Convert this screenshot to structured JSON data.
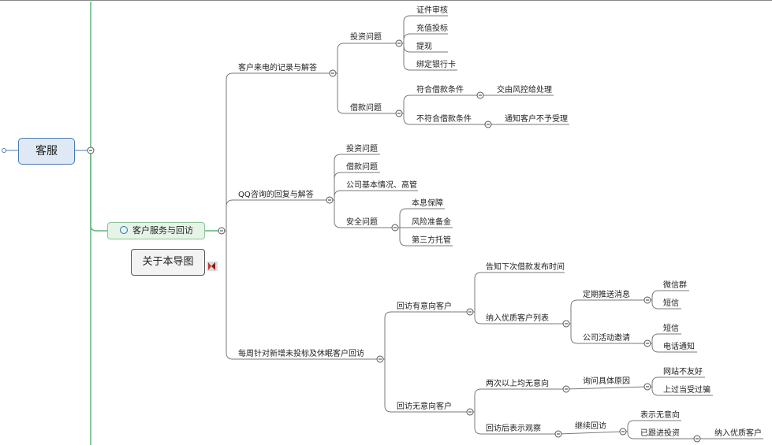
{
  "root": "客服",
  "main_topic": "客户服务与回访",
  "about": "关于本导图",
  "nodes": {
    "n1": "客户来电的记录与解答",
    "n1a": "投资问题",
    "n1a1": "证件审核",
    "n1a2": "充值投标",
    "n1a3": "提现",
    "n1a4": "绑定银行卡",
    "n1b": "借款问题",
    "n1b1": "符合借款条件",
    "n1b1a": "交由风控给处理",
    "n1b2": "不符合借款条件",
    "n1b2a": "通知客户不予受理",
    "n2": "QQ咨询的回复与解答",
    "n2a": "投资问题",
    "n2b": "借款问题",
    "n2c": "公司基本情况、高管",
    "n2d": "安全问题",
    "n2d1": "本息保障",
    "n2d2": "风险准备金",
    "n2d3": "第三方托管",
    "n3": "每周针对新增未投标及休眠客户回访",
    "n3a": "回访有意向客户",
    "n3a1": "告知下次借款发布时间",
    "n3a2": "纳入优质客户列表",
    "n3a2a": "定期推送消息",
    "n3a2a1": "微信群",
    "n3a2a2": "短信",
    "n3a2b": "公司活动邀请",
    "n3a2b1": "短信",
    "n3a2b2": "电话通知",
    "n3b": "回访无意向客户",
    "n3b1": "两次以上均无意向",
    "n3b1a": "询问具体原因",
    "n3b1a1": "网站不友好",
    "n3b1a2": "上过当受过骗",
    "n3b2": "回访后表示观察",
    "n3b2a": "继续回访",
    "n3b2a1": "表示无意向",
    "n3b2a2": "已跟进投资",
    "n3b2a2a": "纳入优质客户"
  },
  "colors": {
    "line": "#7a7a7a",
    "main_line": "#5fb67a",
    "root_border": "#4a7bb0",
    "root_fill": "#dfe9f5",
    "main_fill": "#e6f4e7",
    "ring": "#2c6fb5",
    "flag": "#c0392b"
  }
}
